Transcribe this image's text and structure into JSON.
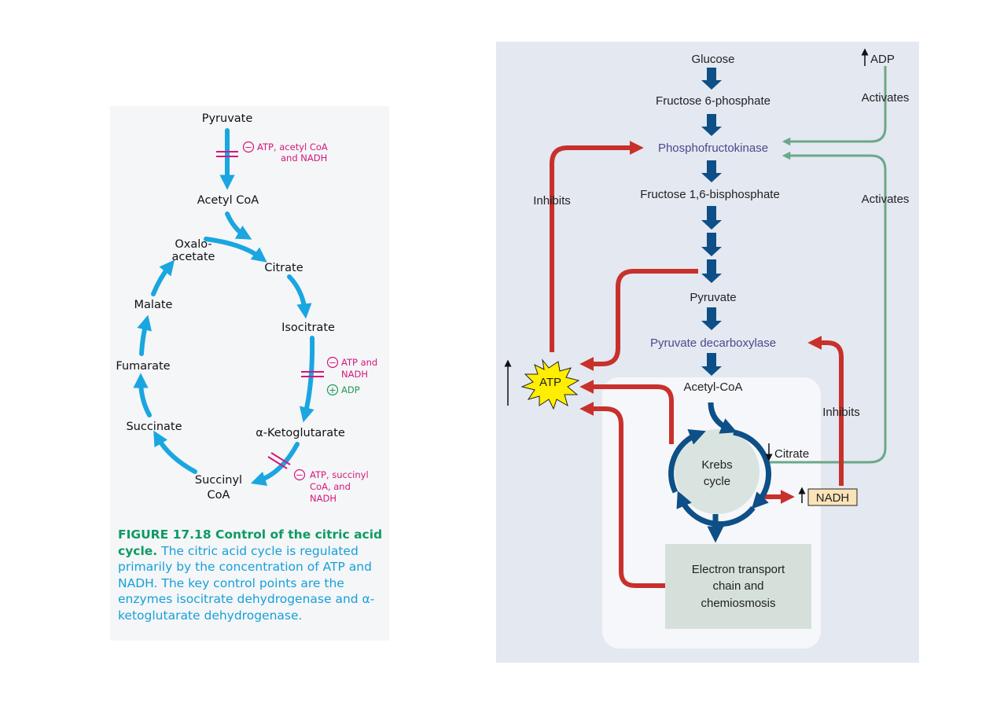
{
  "left": {
    "metabolites": {
      "pyruvate": "Pyruvate",
      "acetyl_coa": "Acetyl CoA",
      "oxaloacetate_1": "Oxalo-",
      "oxaloacetate_2": "acetate",
      "citrate": "Citrate",
      "isocitrate": "Isocitrate",
      "ketoglutarate": "α-Ketoglutarate",
      "succinyl_coa_1": "Succinyl",
      "succinyl_coa_2": "CoA",
      "succinate": "Succinate",
      "fumarate": "Fumarate",
      "malate": "Malate"
    },
    "regulators": {
      "minus_sign": "−",
      "plus_sign": "+",
      "pdh_1": "ATP, acetyl CoA",
      "pdh_2": "and NADH",
      "idh_1": "ATP and",
      "idh_2": "NADH",
      "idh_act": "ADP",
      "kgdh_1": "ATP, succinyl",
      "kgdh_2": "CoA, and",
      "kgdh_3": "NADH"
    },
    "caption": {
      "title": "FIGURE 17.18 Control of the citric acid cycle.",
      "body": " The citric acid cycle is regulated primarily by the concentration of ATP and NADH. The key control points are the enzymes isocitrate dehydrogenase and α-ketoglutarate dehydrogenase."
    }
  },
  "right": {
    "labels": {
      "glucose": "Glucose",
      "f6p": "Fructose 6-phosphate",
      "pfk": "Phosphofructokinase",
      "f16bp": "Fructose 1,6-bisphosphate",
      "pyruvate": "Pyruvate",
      "pdc": "Pyruvate decarboxylase",
      "acetyl_coa": "Acetyl-CoA",
      "krebs_1": "Krebs",
      "krebs_2": "cycle",
      "etc_1": "Electron transport",
      "etc_2": "chain and",
      "etc_3": "chemiosmosis",
      "atp": "ATP",
      "adp": "ADP",
      "activates_top": "Activates",
      "activates_mid": "Activates",
      "inhibits_left": "Inhibits",
      "inhibits_right": "Inhibits",
      "citrate": "Citrate",
      "nadh": "NADH"
    },
    "colors": {
      "main_arrow": "#0d4f86",
      "inhibit": "#c8312b",
      "activate": "#6aa889",
      "enzyme_text": "#4a4a8c",
      "atp_burst": "#ffee00",
      "nadh_box": "#fbe3b8",
      "krebs_fill": "#d9e4e1",
      "etc_box": "#d5e0db"
    }
  }
}
